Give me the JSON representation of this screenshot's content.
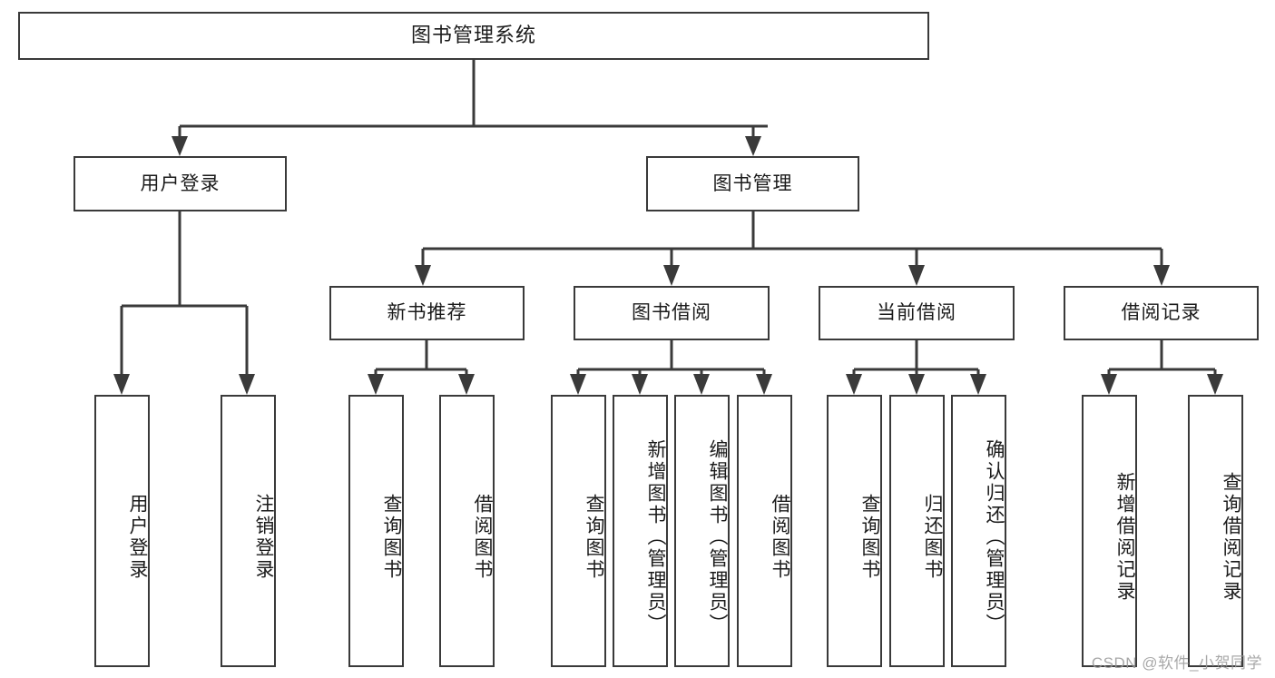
{
  "diagram": {
    "type": "tree-hierarchy-flowchart",
    "title": "图书管理系统",
    "watermark": "CSDN @软件_小贺同学",
    "colors": {
      "stroke": "#3a3a3a",
      "fill": "#ffffff",
      "text": "#1b1b1b",
      "watermark": "#9a9a9a"
    },
    "root": {
      "label": "图书管理系统"
    },
    "level2": [
      {
        "label": "用户登录"
      },
      {
        "label": "图书管理"
      }
    ],
    "level3": [
      {
        "label": "新书推荐"
      },
      {
        "label": "图书借阅"
      },
      {
        "label": "当前借阅"
      },
      {
        "label": "借阅记录"
      }
    ],
    "leaves": {
      "user_login": [
        {
          "label": "用户登录"
        },
        {
          "label": "注销登录"
        }
      ],
      "new_book_recommend": [
        {
          "label": "查询图书"
        },
        {
          "label": "借阅图书"
        }
      ],
      "book_borrow": [
        {
          "label": "查询图书"
        },
        {
          "label": "新增图书（管理员）"
        },
        {
          "label": "编辑图书（管理员）"
        },
        {
          "label": "借阅图书"
        }
      ],
      "current_borrow": [
        {
          "label": "查询图书"
        },
        {
          "label": "归还图书"
        },
        {
          "label": "确认归还（管理员）"
        }
      ],
      "borrow_record": [
        {
          "label": "新增借阅记录"
        },
        {
          "label": "查询借阅记录"
        }
      ]
    }
  }
}
